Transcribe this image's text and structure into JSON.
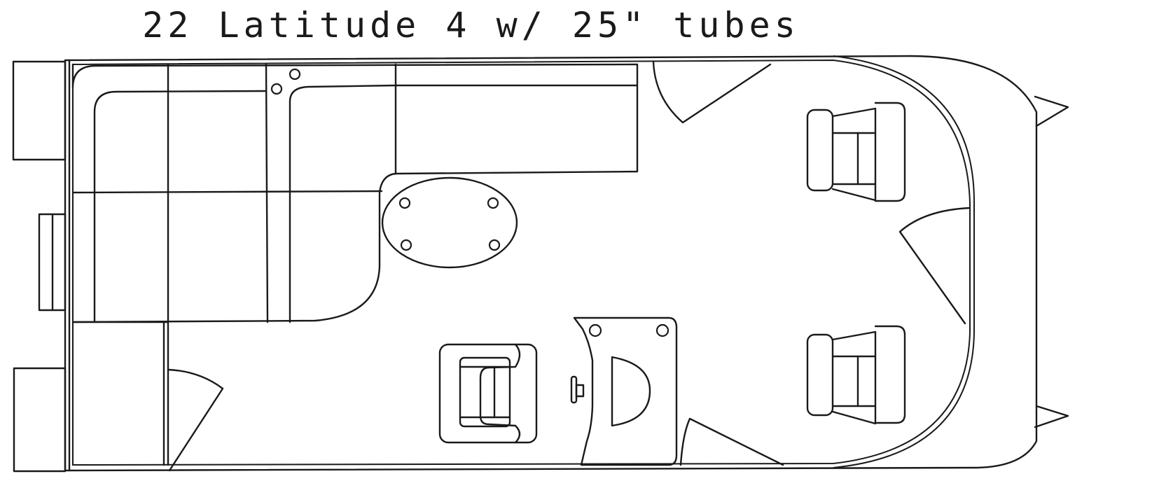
{
  "title": "22 Latitude 4 w/ 25\" tubes",
  "diagram": {
    "type": "pontoon boat floor plan (top view)",
    "model": "22 Latitude 4",
    "tube_size": "25\"",
    "line_color": "#1a1a1a",
    "background": "#ffffff",
    "components": [
      {
        "id": "stern-port-platform",
        "label": "Stern swim platform (port)"
      },
      {
        "id": "stern-ladder",
        "label": "Boarding ladder"
      },
      {
        "id": "stern-starboard-platform",
        "label": "Stern swim platform (starboard)"
      },
      {
        "id": "rear-l-lounge",
        "label": "Rear L-shaped lounge seating"
      },
      {
        "id": "cup-holders-rear",
        "label": "Cup holders",
        "count": 2
      },
      {
        "id": "port-side-lounge",
        "label": "Side lounge seat"
      },
      {
        "id": "table",
        "label": "Oval table",
        "cup_holders": 4
      },
      {
        "id": "stern-gate",
        "label": "Stern gate"
      },
      {
        "id": "storage-compartment",
        "label": "Storage compartment"
      },
      {
        "id": "port-gate",
        "label": "Port side gate"
      },
      {
        "id": "helm-chair",
        "label": "Helm captain's chair"
      },
      {
        "id": "helm-console",
        "label": "Helm console",
        "cup_holders": 2
      },
      {
        "id": "steering-wheel",
        "label": "Steering wheel"
      },
      {
        "id": "starboard-gate",
        "label": "Starboard side gate"
      },
      {
        "id": "bow-gate",
        "label": "Bow gate"
      },
      {
        "id": "bow-seat-port",
        "label": "Bow chair (port)"
      },
      {
        "id": "bow-seat-starboard",
        "label": "Bow chair (starboard)"
      },
      {
        "id": "tube-nose-port",
        "label": "Pontoon tube nose (port)"
      },
      {
        "id": "tube-nose-starboard",
        "label": "Pontoon tube nose (starboard)"
      }
    ]
  }
}
